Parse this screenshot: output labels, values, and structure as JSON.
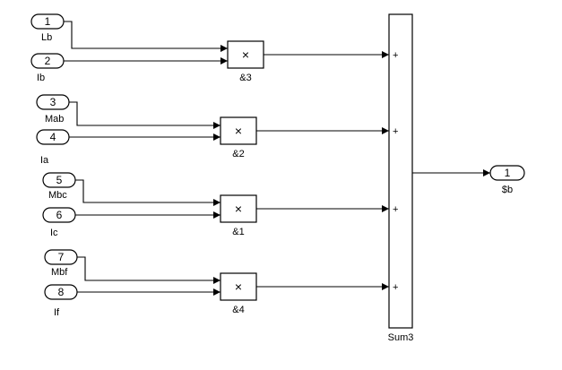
{
  "inports": [
    {
      "number": "1",
      "label": "Lb"
    },
    {
      "number": "2",
      "label": "Ib"
    },
    {
      "number": "3",
      "label": "Mab"
    },
    {
      "number": "4",
      "label": "Ia"
    },
    {
      "number": "5",
      "label": "Mbc"
    },
    {
      "number": "6",
      "label": "Ic"
    },
    {
      "number": "7",
      "label": "Mbf"
    },
    {
      "number": "8",
      "label": "If"
    }
  ],
  "products": [
    {
      "symbol": "×",
      "label": "&3"
    },
    {
      "symbol": "×",
      "label": "&2"
    },
    {
      "symbol": "×",
      "label": "&1"
    },
    {
      "symbol": "×",
      "label": "&4"
    }
  ],
  "sum": {
    "label": "Sum3",
    "signs": [
      "+",
      "+",
      "+",
      "+"
    ]
  },
  "outport": {
    "number": "1",
    "label": "$b"
  }
}
